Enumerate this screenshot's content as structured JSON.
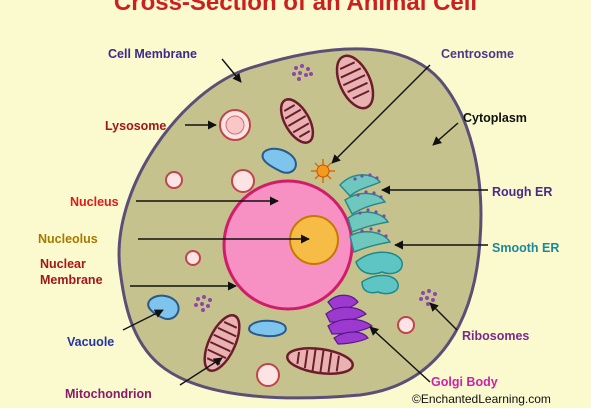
{
  "title": "Cross-Section of an Animal Cell",
  "credit": "©EnchantedLearning.com",
  "colors": {
    "background": "#fbf9ce",
    "cytoplasm": "#c6c28e",
    "membrane": "#5c4f76",
    "title": "#cc1f1f"
  },
  "labels": {
    "cell_membrane": {
      "text": "Cell Membrane",
      "color": "#3a2a8c"
    },
    "lysosome": {
      "text": "Lysosome",
      "color": "#a4161a"
    },
    "nucleus": {
      "text": "Nucleus",
      "color": "#e01a1a"
    },
    "nucleolus": {
      "text": "Nucleolus",
      "color": "#a57a00"
    },
    "nuclear_membrane_1": {
      "text": "Nuclear",
      "color": "#a4161a"
    },
    "nuclear_membrane_2": {
      "text": "Membrane",
      "color": "#a4161a"
    },
    "vacuole": {
      "text": "Vacuole",
      "color": "#2233aa"
    },
    "mitochondrion": {
      "text": "Mitochondrion",
      "color": "#8a1a6a"
    },
    "centrosome": {
      "text": "Centrosome",
      "color": "#4a3a8a"
    },
    "cytoplasm": {
      "text": "Cytoplasm",
      "color": "#111111"
    },
    "rough_er": {
      "text": "Rough ER",
      "color": "#4a2a8a"
    },
    "smooth_er": {
      "text": "Smooth ER",
      "color": "#1a8a9a"
    },
    "ribosomes": {
      "text": "Ribosomes",
      "color": "#7a2a8a"
    },
    "golgi_body": {
      "text": "Golgi Body",
      "color": "#cc22aa"
    }
  }
}
